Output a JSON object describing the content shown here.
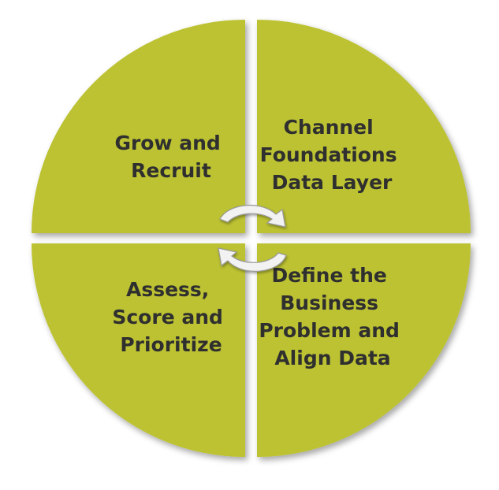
{
  "diagram": {
    "quadrants": [
      {
        "id": "top-left",
        "lines": [
          "Grow and",
          "Recruit"
        ]
      },
      {
        "id": "top-right",
        "lines": [
          "Channel",
          "Foundations",
          "Data Layer"
        ]
      },
      {
        "id": "bottom-right",
        "lines": [
          "Define the",
          "Business",
          "Problem and",
          "Align Data"
        ]
      },
      {
        "id": "bottom-left",
        "lines": [
          "Assess,",
          "Score and",
          "Prioritize"
        ]
      }
    ],
    "colors": {
      "fill": "#bcc232",
      "text": "#2f2f2f",
      "arrow_fill": "#f2f2f2",
      "arrow_stroke": "#9a9a9a"
    },
    "arrows": [
      "clockwise-top-arrow",
      "clockwise-bottom-arrow"
    ]
  }
}
